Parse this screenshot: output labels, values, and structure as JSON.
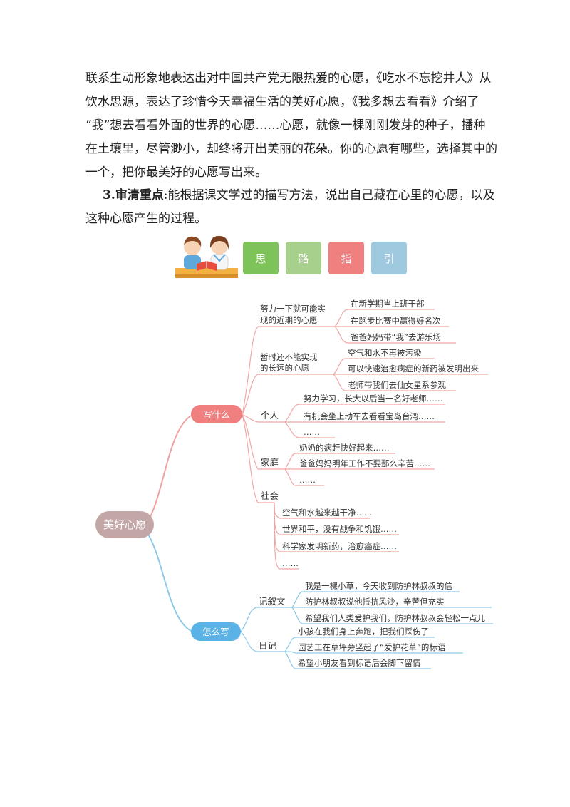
{
  "intro_lines": [
    "联系生动形象地表达出对中国共产党无限热爱的心愿，《吃水不忘挖井人》从",
    "饮水思源，表达了珍惜今天幸福生活的美好心愿，《我多想去看看》介绍了",
    "“我”想去看看外面的世界的心愿……心愿，就像一棵刚刚发芽的种子，播种",
    "在土壤里，尽管渺小，却终将开出美丽的花朵。你的心愿有哪些，选择其中的",
    "一个，把你最美好的心愿写出来。"
  ],
  "focus": {
    "label": "3.审清重点",
    "text_line1": ":能根据课文学过的描写方法，说出自己藏在心里的心愿，以及",
    "text_line2": "这种心愿产生的过程。"
  },
  "tiles": [
    {
      "label": "思",
      "color": "#7ec25a"
    },
    {
      "label": "路",
      "color": "#a8d08d"
    },
    {
      "label": "指",
      "color": "#f07f7f"
    },
    {
      "label": "引",
      "color": "#9fc9df"
    }
  ],
  "mindmap": {
    "root": "美好心愿",
    "branch_what": "写什么",
    "branch_how": "怎么写",
    "what_groups": {
      "near": {
        "label_lines": [
          "努力一下就可能实",
          "现的近期的心愿"
        ],
        "items": [
          "在新学期当上班干部",
          "在跑步比赛中赢得好名次",
          "爸爸妈妈带“我”去游乐场"
        ]
      },
      "far": {
        "label_lines": [
          "暂时还不能实现",
          "的长远的心愿"
        ],
        "items": [
          "空气和水不再被污染",
          "可以快速治愈病症的新药被发明出来",
          "老师带我们去仙女星系参观"
        ]
      },
      "personal": {
        "label": "个人",
        "items": [
          "努力学习，长大以后当一名好老师……",
          "有机会坐上动车去看看宝岛台湾……",
          "……"
        ]
      },
      "family": {
        "label": "家庭",
        "items": [
          "奶奶的病赶快好起来……",
          "爸爸妈妈明年工作不要那么辛苦……",
          "……"
        ]
      },
      "society": {
        "label": "社会",
        "items": [
          "空气和水越来越干净……",
          "世界和平，没有战争和饥饿……",
          "科学家发明新药，治愈癌症……",
          "……"
        ]
      }
    },
    "how_groups": {
      "narrative": {
        "label": "记叙文",
        "items": [
          "我是一棵小草，今天收到防护林叔叔的信",
          "防护林叔叔说他抵抗风沙，辛苦但充实",
          "希望我们人类爱护我们，防护林叔叔会轻松一点儿"
        ]
      },
      "diary": {
        "label": "日记",
        "items": [
          "小孩在我们身上奔跑，把我们踩伤了",
          "园艺工在草坪旁竖起了“爱护花草”的标语",
          "希望小朋友看到标语后会脚下留情"
        ]
      }
    }
  }
}
